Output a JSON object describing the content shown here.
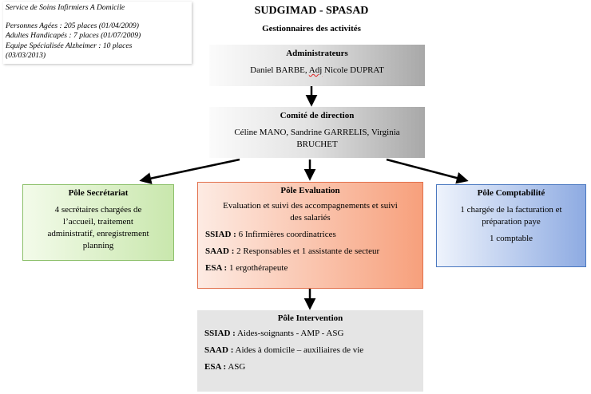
{
  "info_box": {
    "line1": "Service de Soins Infirmiers A Domicile",
    "line2": "Personnes Agées : 205 places (01/04/2009)",
    "line3": "Adultes Handicapés : 7 places (01/07/2009)",
    "line4": "Equipe Spécialisée Alzheimer : 10 places",
    "line5": "(03/03/2013)"
  },
  "title": "SUDGIMAD - SPASAD",
  "subtitle": "Gestionnaires des activités",
  "admin": {
    "heading": "Administrateurs",
    "name1": "Daniel BARBE, ",
    "adj": "Adj",
    "name2": " Nicole DUPRAT"
  },
  "comite": {
    "heading": "Comité de direction",
    "line1": "Céline MANO, Sandrine GARRELIS, Virginia",
    "line2": "BRUCHET"
  },
  "secretariat": {
    "heading": "Pôle Secrétariat",
    "l1": "4 secrétaires chargées de",
    "l2": "l’accueil, traitement",
    "l3": "administratif, enregistrement",
    "l4": "planning"
  },
  "evaluation": {
    "heading": "Pôle Evaluation",
    "desc1": "Evaluation et suivi des accompagnements et suivi",
    "desc2": "des salariés",
    "ssiad_label": "SSIAD :",
    "ssiad_text": " 6 Infirmières coordinatrices",
    "saad_label": "SAAD :",
    "saad_text": " 2 Responsables et 1 assistante de secteur",
    "esa_label": "ESA :",
    "esa_text": " 1 ergothérapeute"
  },
  "comptabilite": {
    "heading": "Pôle Comptabilité",
    "l1": "1 chargée de la facturation et",
    "l2": "préparation paye",
    "l3": "1 comptable"
  },
  "intervention": {
    "heading": "Pôle Intervention",
    "ssiad_label": "SSIAD :",
    "ssiad_text": " Aides-soignants - AMP - ASG",
    "saad_label": "SAAD :",
    "saad_text": " Aides à domicile – auxiliaires de vie",
    "esa_label": "ESA :",
    "esa_text": " ASG"
  },
  "colors": {
    "arrow": "#000000",
    "secretariat_border": "#8cc06a",
    "evaluation_border": "#e2704c",
    "comptabilite_border": "#4a78c0"
  }
}
